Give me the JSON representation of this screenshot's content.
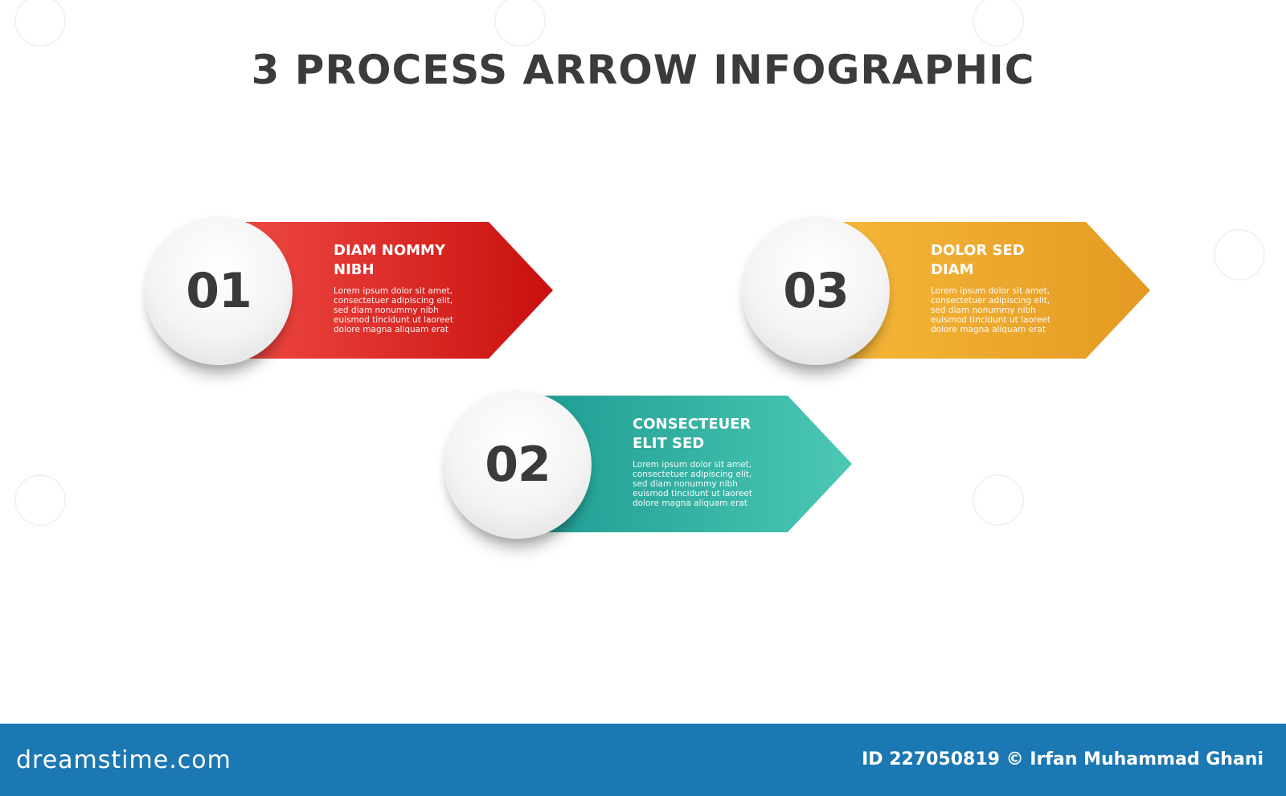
{
  "title": "3 PROCESS ARROW INFOGRAPHIC",
  "steps": [
    {
      "number": "01",
      "heading_line1": "DIAM NOMMY",
      "heading_line2": "NIBH",
      "body": "Lorem ipsum dolor sit amet, consectetuer adipiscing elit, sed diam nonummy nibh euismod tincidunt ut laoreet dolore magna aliquam erat",
      "color_light": "#ef4a44",
      "color_dark": "#c9100e"
    },
    {
      "number": "02",
      "heading_line1": "CONSECTEUER",
      "heading_line2": "ELIT SED",
      "body": "Lorem ipsum dolor sit amet, consectetuer adipiscing elit, sed diam nonummy nibh euismod tincidunt ut laoreet dolore magna aliquam erat",
      "color_light": "#1f9c93",
      "color_dark": "#4cc8b4"
    },
    {
      "number": "03",
      "heading_line1": "DOLOR SED",
      "heading_line2": "DIAM",
      "body": "Lorem ipsum dolor sit amet, consectetuer adipiscing elit, sed diam nonummy nibh euismod tincidunt ut laoreet dolore magna aliquam erat",
      "color_light": "#f5b73a",
      "color_dark": "#e49a22"
    }
  ],
  "footer": {
    "brand": "dreamstime.com",
    "credit": "ID 227050819 © Irfan Muhammad Ghani",
    "color": "#1b78b3"
  }
}
